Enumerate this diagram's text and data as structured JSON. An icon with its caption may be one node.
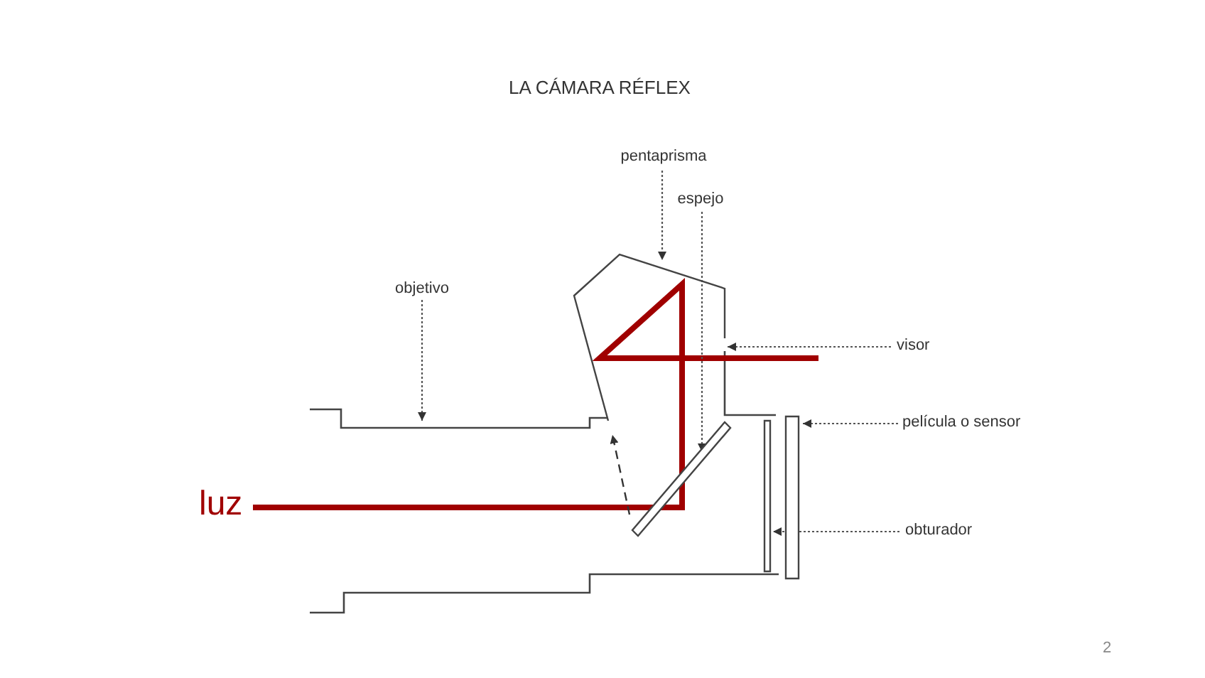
{
  "diagram": {
    "title": "LA CÁMARA RÉFLEX",
    "nodes": [
      {
        "text": [
          "pentaprisma"
        ]
      },
      {
        "text": [],
        "shape": "prism"
      },
      {
        "text": [
          "espejo"
        ]
      },
      {
        "text": [],
        "shape": "bar"
      },
      {
        "text": [
          "objetivo"
        ]
      },
      {
        "text": [
          "visor"
        ]
      },
      {
        "text": [
          "película o sensor"
        ]
      },
      {
        "text": [],
        "shape": "bar"
      },
      {
        "text": [
          "obturador"
        ]
      },
      {
        "text": [],
        "shape": "bar"
      }
    ],
    "edges": [
      {
        "from": 0,
        "to": 1,
        "arrow": "to"
      },
      {
        "from": 2,
        "to": 3,
        "arrow": "to"
      },
      {
        "from": 4,
        "to": null,
        "arrow": "to"
      },
      {
        "from": 5,
        "to": 1,
        "arrow": "to"
      },
      {
        "from": 6,
        "to": 9,
        "arrow": "to"
      },
      {
        "from": 8,
        "to": 7,
        "arrow": "to"
      }
    ],
    "labels": [
      "luz",
      "2"
    ]
  }
}
